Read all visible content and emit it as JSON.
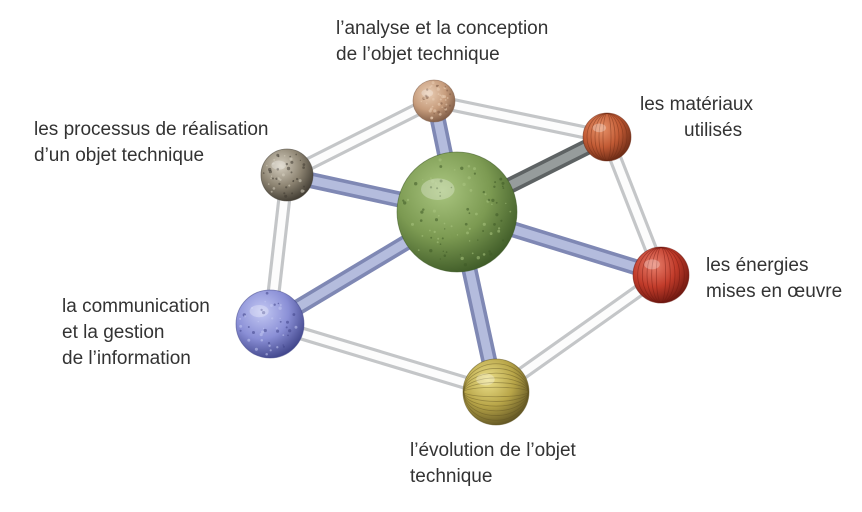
{
  "colors": {
    "rod_outer": "#c4c6c8",
    "rod_inner": "#ffffff",
    "spoke_outer": "#7f88b4",
    "spoke_inner": "#b7bfe0",
    "spoke_dark_outer": "#5e6364",
    "spoke_dark_inner": "#9aa0a0",
    "text": "#333333"
  },
  "nodes": {
    "center": {
      "label_lines": [],
      "color_light": "#a9c57f",
      "color_mid": "#7c9a52",
      "color_dark": "#3e5a27",
      "texture": "green-speckle"
    },
    "analysis": {
      "label_lines": [
        "l’analyse et la conception",
        "de l’objet technique"
      ],
      "color_light": "#e9cdb4",
      "color_mid": "#c79d7d",
      "color_dark": "#7d5a44",
      "texture": "wood"
    },
    "materials": {
      "label_lines": [
        "les matériaux",
        "utilisés"
      ],
      "color_light": "#e8936a",
      "color_mid": "#c15a34",
      "color_dark": "#6a2a15",
      "texture": "orange-stripes"
    },
    "energy": {
      "label_lines": [
        "les énergies",
        "mises en œuvre"
      ],
      "color_light": "#e87f6c",
      "color_mid": "#c13b2a",
      "color_dark": "#6c170f",
      "texture": "red-stripes"
    },
    "evolution": {
      "label_lines": [
        "l’évolution de l’objet",
        "technique"
      ],
      "color_light": "#ece08a",
      "color_mid": "#b8a548",
      "color_dark": "#5f5322",
      "texture": "yellow-rings"
    },
    "communication": {
      "label_lines": [
        "la communication",
        "et la gestion",
        "de l’information"
      ],
      "color_light": "#c3c8f3",
      "color_mid": "#8a8fd6",
      "color_dark": "#3f4489",
      "texture": "blue-fabric"
    },
    "processes": {
      "label_lines": [
        "les processus de réalisation",
        "d’un objet technique"
      ],
      "color_light": "#d6cfc0",
      "color_mid": "#8d8472",
      "color_dark": "#3f3a31",
      "texture": "gravel"
    }
  }
}
